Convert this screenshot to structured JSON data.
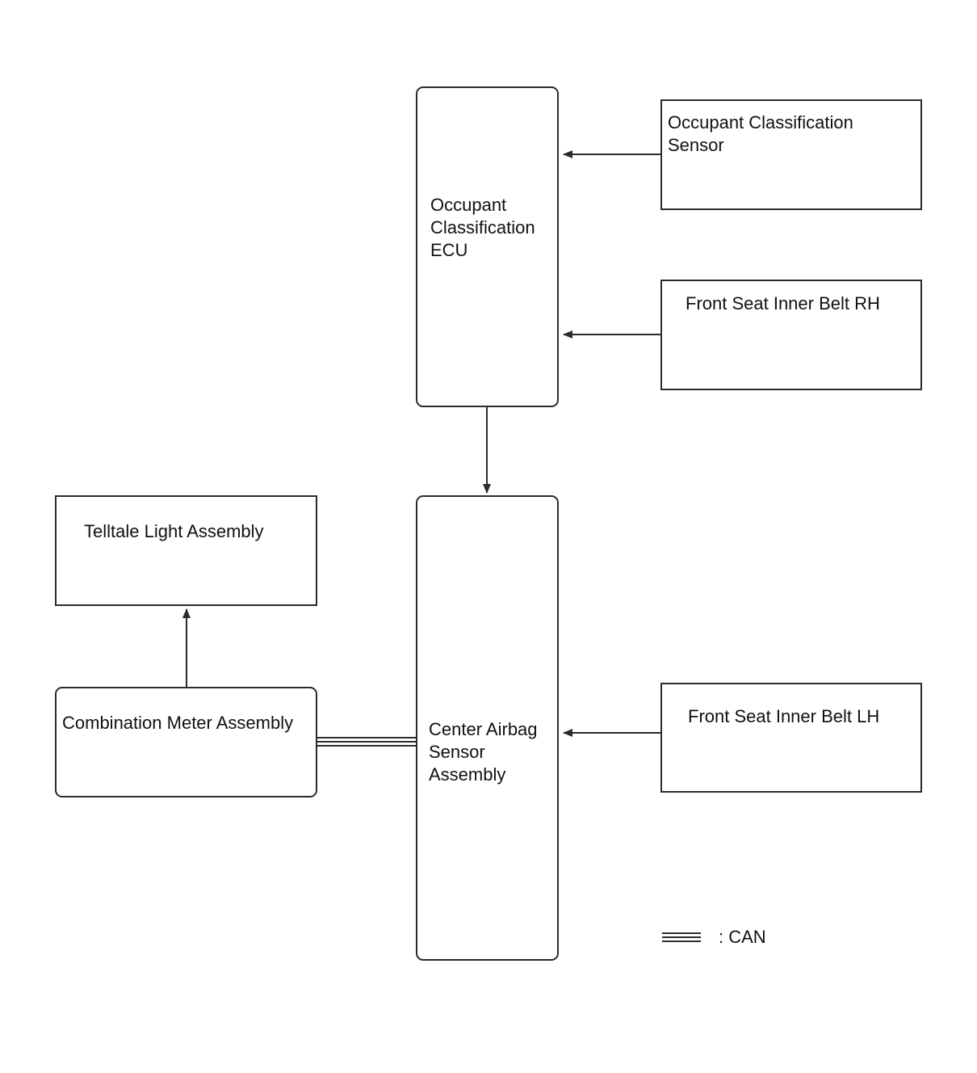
{
  "boxes": {
    "occupant_classification_ecu": {
      "lines": [
        "Occupant",
        "Classification",
        "ECU"
      ]
    },
    "occupant_classification_sensor": {
      "lines": [
        "Occupant Classification",
        "Sensor"
      ]
    },
    "front_seat_inner_belt_rh": {
      "label": "Front Seat Inner Belt RH"
    },
    "center_airbag_sensor_assembly": {
      "lines": [
        "Center Airbag",
        "Sensor",
        "Assembly"
      ]
    },
    "front_seat_inner_belt_lh": {
      "label": "Front Seat Inner Belt LH"
    },
    "telltale_light_assembly": {
      "label": "Telltale Light Assembly"
    },
    "combination_meter_assembly": {
      "label": "Combination Meter Assembly"
    }
  },
  "legend": {
    "can_label": ": CAN"
  },
  "colors": {
    "stroke": "#2b2b2b",
    "can_line": "#2b2b2b",
    "background": "#ffffff"
  }
}
